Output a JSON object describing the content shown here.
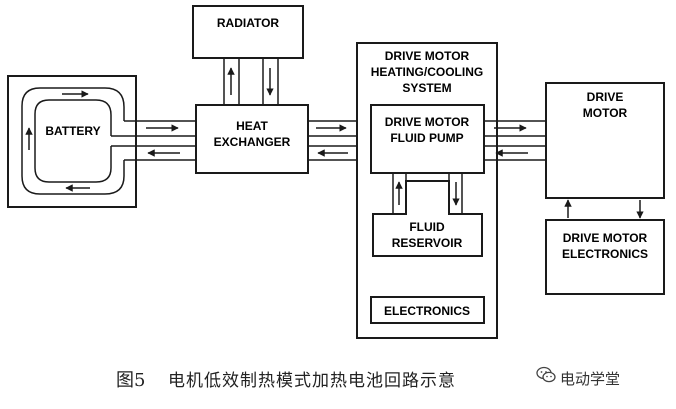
{
  "labels": {
    "radiator": "RADIATOR",
    "battery": "BATTERY",
    "heat_exchanger": [
      "HEAT",
      "EXCHANGER"
    ],
    "system": [
      "DRIVE MOTOR",
      "HEATING/COOLING",
      "SYSTEM"
    ],
    "pump": [
      "DRIVE MOTOR",
      "FLUID PUMP"
    ],
    "reservoir": [
      "FLUID",
      "RESERVOIR"
    ],
    "electronics": "ELECTRONICS",
    "drive_motor": [
      "DRIVE",
      "MOTOR"
    ],
    "motor_electronics": [
      "DRIVE MOTOR",
      "ELECTRONICS"
    ]
  },
  "caption": {
    "number": "图5",
    "text": "电机低效制热模式加热电池回路示意"
  },
  "watermark": {
    "text": "电动学堂",
    "icon": "wechat-icon"
  },
  "colors": {
    "line": "#1a1a1a",
    "background": "#ffffff"
  }
}
